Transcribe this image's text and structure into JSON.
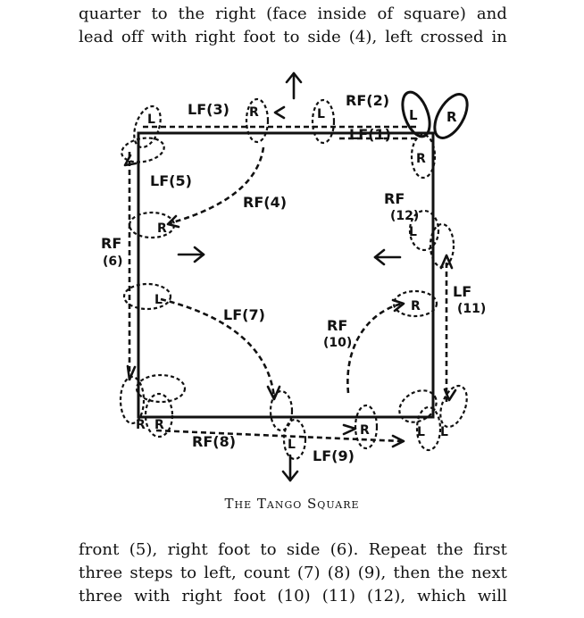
{
  "text_top": [
    "quarter to the right (face inside of square) and",
    "lead off with right foot to side (4), left crossed in"
  ],
  "caption": "The Tango Square",
  "text_bottom": [
    "front (5), right foot to side (6).  Repeat the first",
    "three steps to left, count (7) (8) (9), then the next",
    "three with right foot (10) (11) (12), which will"
  ],
  "diagram": {
    "step_labels": {
      "lf3": "LF(3)",
      "rf2": "RF(2)",
      "lf1": "LF(1)",
      "lf5": "LF(5)",
      "rf4": "RF(4)",
      "rf6_top": "RF",
      "rf6_bottom": "(6)",
      "lf7": "LF(7)",
      "rf10_top": "RF",
      "rf10_bottom": "(10)",
      "rf12_top": "RF",
      "rf12_bottom": "(12)",
      "lf11_top": "LF",
      "lf11_bottom": "(11)",
      "rf8": "RF(8)",
      "lf9": "LF(9)"
    },
    "foot_letters": {
      "L": "L",
      "R": "R"
    }
  }
}
